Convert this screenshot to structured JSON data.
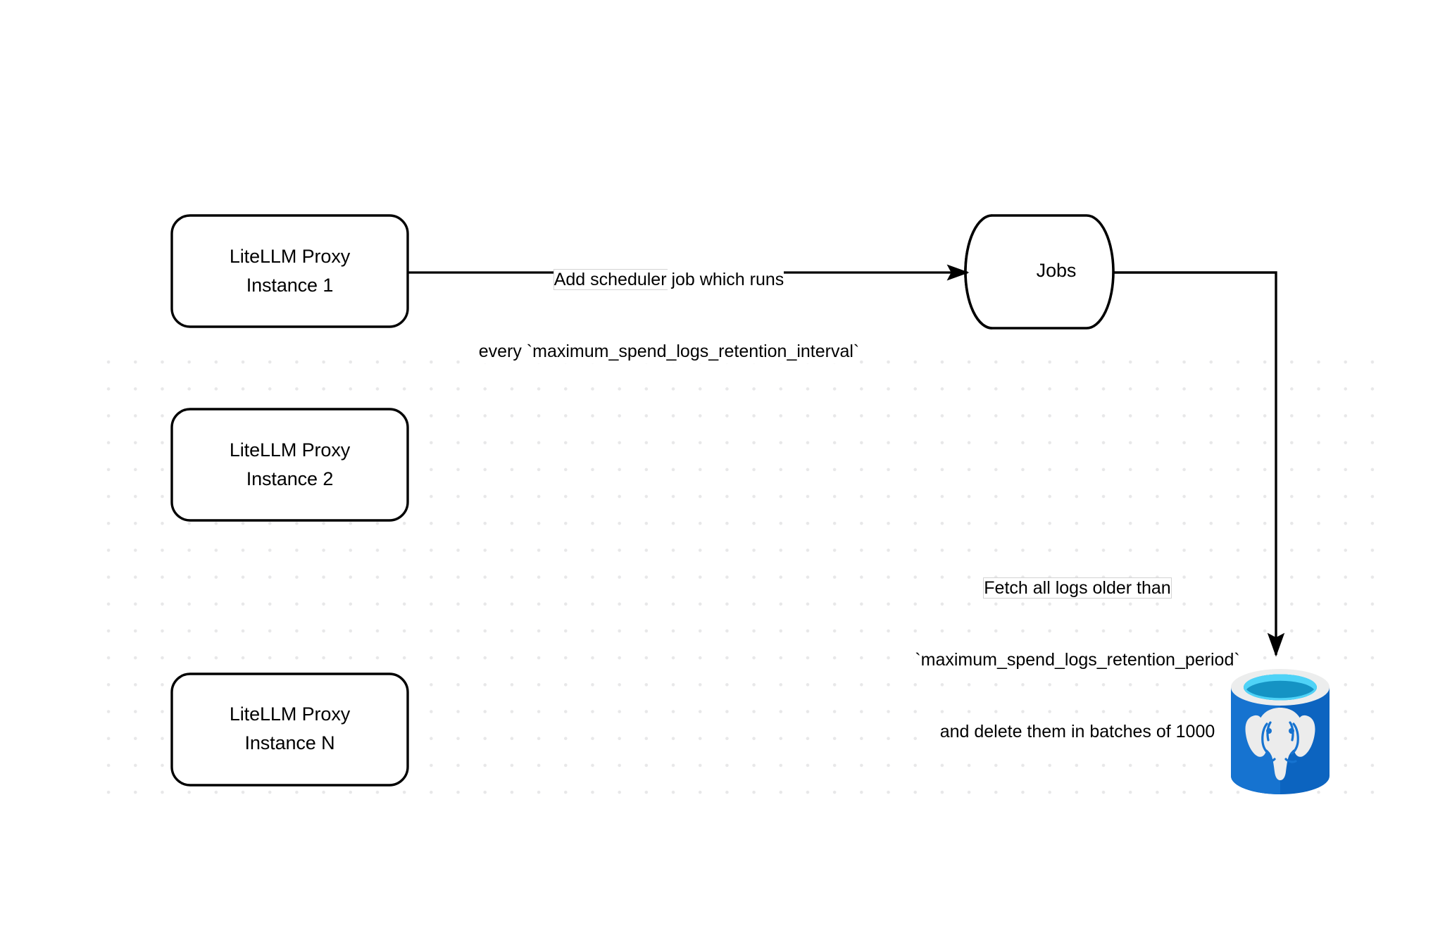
{
  "diagram": {
    "title": "LiteLLM spend logs retention scheduler flow",
    "background_color": "#ffffff",
    "grid_dot_color": "#e8e8e9",
    "stroke_color": "#000000",
    "text_color": "#000000"
  },
  "nodes": {
    "instance_1": {
      "line1": "LiteLLM Proxy",
      "line2": "Instance 1",
      "shape": "rounded-rectangle"
    },
    "instance_2": {
      "line1": "LiteLLM Proxy",
      "line2": "Instance 2",
      "shape": "rounded-rectangle"
    },
    "instance_n": {
      "line1": "LiteLLM Proxy",
      "line2": "Instance N",
      "shape": "rounded-rectangle"
    },
    "jobs": {
      "label": "Jobs",
      "shape": "horizontal-cylinder"
    },
    "database": {
      "icon": "postgresql-database-icon",
      "shape": "vertical-cylinder",
      "body_color": "#0c64c0",
      "body_color_light": "#1673d0",
      "rim_color": "#eceded",
      "top_color": "#4fd3f7",
      "liquid_color": "#1593c4",
      "elephant_color": "#ececec"
    }
  },
  "edges": {
    "scheduler": {
      "line1_highlight": "Add scheduler",
      "line1_rest": " job which runs",
      "line2": "every `maximum_spend_logs_retention_interval`",
      "from": "instance_1",
      "to": "jobs"
    },
    "fetch": {
      "line1": "Fetch all logs older than",
      "line2": "`maximum_spend_logs_retention_period`",
      "line3": "and delete them in batches of 1000",
      "from": "jobs",
      "to": "database"
    }
  }
}
